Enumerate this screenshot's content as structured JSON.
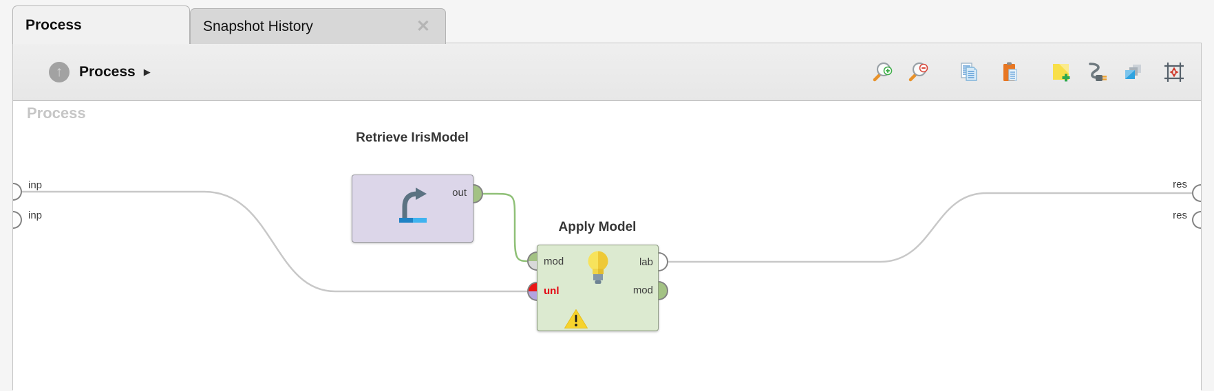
{
  "tabs": {
    "active": {
      "label": "Process"
    },
    "inactive": {
      "label": "Snapshot History",
      "close_glyph": "✕"
    }
  },
  "toolbar": {
    "breadcrumb": {
      "up_glyph": "↑",
      "label": "Process",
      "arrow_glyph": "▶"
    },
    "icon_names": [
      "zoom-in",
      "zoom-out",
      "copy",
      "paste",
      "add-note",
      "rewire",
      "arrange-operators",
      "fit-view"
    ]
  },
  "canvas": {
    "watermark": "Process",
    "inputs": [
      {
        "label": "inp"
      },
      {
        "label": "inp"
      }
    ],
    "results": [
      {
        "label": "res"
      },
      {
        "label": "res"
      }
    ],
    "operators": [
      {
        "title": "Retrieve IrisModel",
        "icon": "retrieve-arrow-icon",
        "out_label": "out"
      },
      {
        "title": "Apply Model",
        "icon": "lightbulb-icon",
        "in1_label": "mod",
        "in2_label": "unl",
        "out1_label": "lab",
        "out2_label": "mod",
        "warning_glyph": "!"
      }
    ],
    "connections": [
      {
        "from": "process-input-inp-1",
        "to": "apply-model-unl",
        "color_key": "wire_gray"
      },
      {
        "from": "retrieve-irismodel-out",
        "to": "apply-model-mod-in",
        "color_key": "wire_green"
      },
      {
        "from": "apply-model-lab",
        "to": "process-result-res-1",
        "color_key": "wire_gray"
      }
    ]
  },
  "colors": {
    "wire_green": "#8fc077",
    "wire_gray": "#c8c8c8",
    "retrieve_fill": "#dcd6e9",
    "apply_fill": "#dcead0",
    "port_green": "#a3c284",
    "unl_red": "#e30613",
    "unl_purple": "#b2a3e0",
    "note_yellow": "#f8df49",
    "warning_yellow": "#f6d32d"
  }
}
